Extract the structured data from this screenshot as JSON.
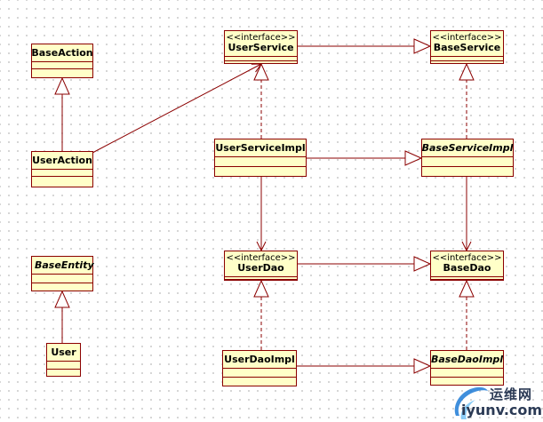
{
  "colors": {
    "class_fill": "#ffffc8",
    "border": "#8b0000",
    "edge": "#8b0000",
    "background": "#ffffff"
  },
  "classes": {
    "base_action": {
      "name": "BaseAction",
      "stereotype": ""
    },
    "user_action": {
      "name": "UserAction",
      "stereotype": ""
    },
    "user_service": {
      "name": "UserService",
      "stereotype": "<<interface>>"
    },
    "base_service": {
      "name": "BaseService",
      "stereotype": "<<interface>>"
    },
    "user_service_impl": {
      "name": "UserServiceImpl",
      "stereotype": ""
    },
    "base_service_impl": {
      "name": "BaseServiceImpl",
      "stereotype": ""
    },
    "base_entity": {
      "name": "BaseEntity",
      "stereotype": ""
    },
    "user_dao": {
      "name": "UserDao",
      "stereotype": "<<interface>>"
    },
    "base_dao": {
      "name": "BaseDao",
      "stereotype": "<<interface>>"
    },
    "user": {
      "name": "User",
      "stereotype": ""
    },
    "user_dao_impl": {
      "name": "UserDaoImpl",
      "stereotype": ""
    },
    "base_dao_impl": {
      "name": "BaseDaoImpl",
      "stereotype": ""
    }
  },
  "watermark": {
    "cn_text": "运维网",
    "en_text": "iyunv.com",
    "logo_icon": "swoosh-logo-icon"
  }
}
